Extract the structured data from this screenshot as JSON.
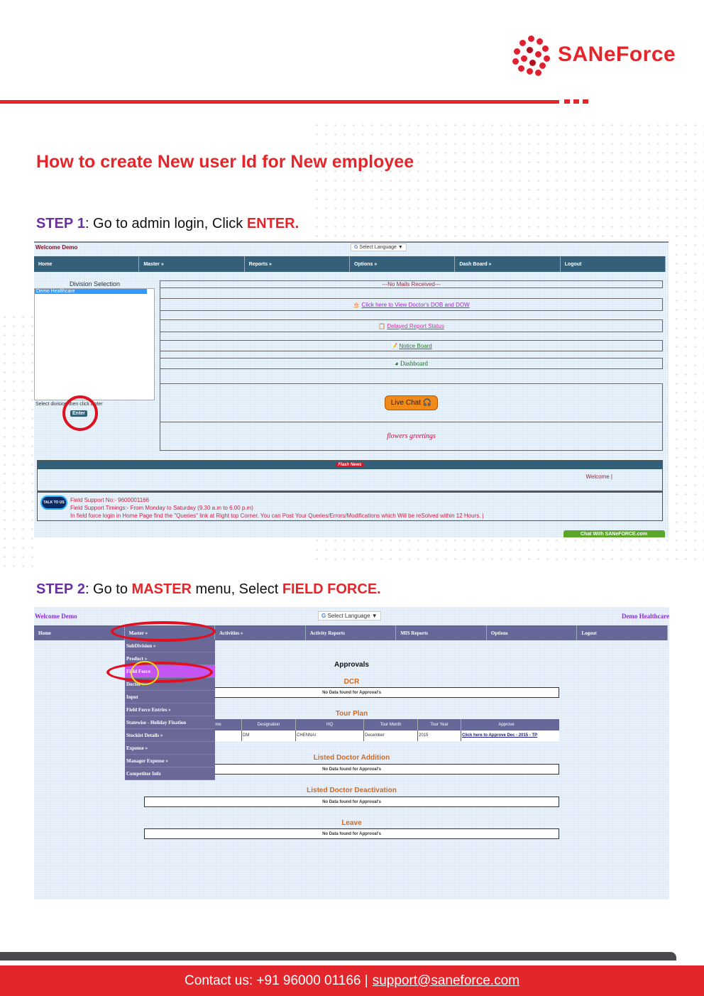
{
  "brand": {
    "name_pre": "SANe",
    "name_e": "e",
    "name_post": "Force",
    "color": "#e5252a"
  },
  "title": "How to create New user Id for New employee",
  "step1": {
    "label": "STEP",
    "num": "1",
    "text": ": Go to admin login, Click ",
    "action": "ENTER."
  },
  "step2": {
    "label": "STEP",
    "num": "2",
    "text1": ": Go to ",
    "menu": "MASTER",
    "text2": " menu, Select ",
    "item": "FIELD FORCE."
  },
  "shot1": {
    "welcome": "Welcome Demo",
    "language": "Select Language",
    "nav": [
      "Home",
      "Master »",
      "Reports »",
      "Options »",
      "Dash Board »",
      "Logout"
    ],
    "division_title": "Division Selection",
    "division_selected": "Demo Healthcare",
    "division_hint": "Select division then click Enter",
    "enter": "Enter",
    "no_mails": "---No Mails Received---",
    "links": [
      "Click here to View Doctor's DOB and DOW",
      "Delayed Report Status",
      "Notice Board",
      "Dashboard"
    ],
    "live_chat": "Live Chat",
    "greeting": "flowers greetings",
    "flash_news": "Flash News",
    "flash_welcome": "Welcome  |",
    "talk": "TALK TO US",
    "support_no": "Field Support No:- 9600001166",
    "support_time": "Field Support Timings:- From Monday to Saturday (9.30 a.m to 6.00 p.m)",
    "support_note": "In field force login in Home Page find the \"Queries\" link at Right top Corner. You can Post Your Queries/Errors/Modifications which Will be reSolved within 12 Hours.  |",
    "chat_btn": "Chat With SANeFORCE.com"
  },
  "shot2": {
    "welcome": "Welcome Demo",
    "language": "Select Language",
    "division": "Demo Healthcare",
    "nav": [
      "Home",
      "Master »",
      "Activities »",
      "Activity Reports",
      "MIS Reports",
      "Options",
      "Logout"
    ],
    "menu": [
      "SubDivision »",
      "Product »",
      "Field Force",
      "Doctor »",
      "Input",
      "Field Force Entries »",
      "Statewise - Holiday Fixation",
      "Stockist Details »",
      "Expense »",
      "Manager Expense »",
      "Competitor Info"
    ],
    "approvals": "Approvals",
    "dcr": "DCR",
    "no_data": "No Data found for Approval's",
    "tour_plan": "Tour Plan",
    "tour_headers": [
      "ame",
      "Designation",
      "HQ",
      "Tour Month",
      "Tour Year",
      "Approve"
    ],
    "tour_row": [
      "",
      "DM",
      "CHENNAI",
      "December",
      "2015",
      "Click here to Approve Dec - 2015 - TP"
    ],
    "doc_add": "Listed Doctor Addition",
    "doc_deact": "Listed Doctor Deactivation",
    "leave": "Leave"
  },
  "footer": {
    "contact": "Contact us: +91  96000  01166  |",
    "email": "support@saneforce.com"
  }
}
